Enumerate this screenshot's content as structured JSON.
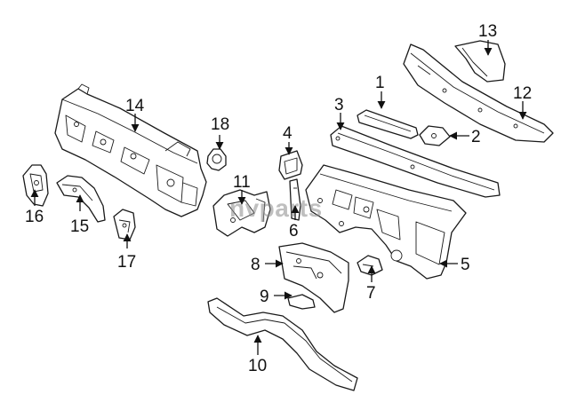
{
  "watermark": "nvparts",
  "colors": {
    "line": "#1a1a1a",
    "background": "#ffffff",
    "watermark": "#8a8a8a"
  },
  "callouts": [
    "1",
    "2",
    "3",
    "4",
    "5",
    "6",
    "7",
    "8",
    "9",
    "10",
    "11",
    "12",
    "13",
    "14",
    "15",
    "16",
    "17",
    "18"
  ]
}
